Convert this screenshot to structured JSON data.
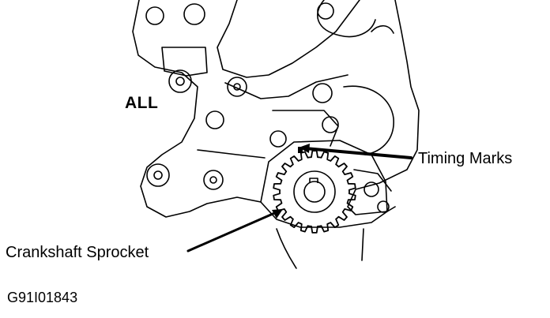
{
  "labels": {
    "region": "ALL",
    "timing_marks": "Timing Marks",
    "crankshaft_sprocket": "Crankshaft Sprocket",
    "figure_code": "G91I01843"
  },
  "colors": {
    "ink": "#000000",
    "paper": "#ffffff"
  }
}
